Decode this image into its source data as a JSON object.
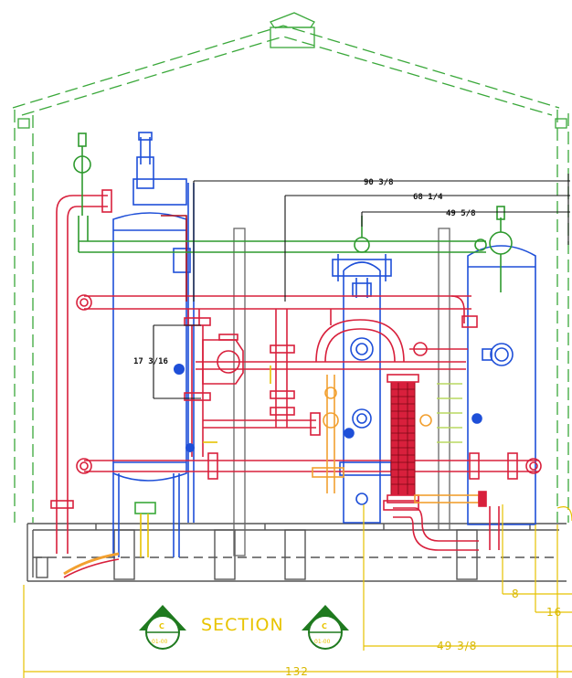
{
  "drawing": {
    "title": "SECTION",
    "section_symbol_letter": "C",
    "section_symbol_sheet": "01-00",
    "colors": {
      "building": "#3aa83a",
      "steam": "#1e4fd8",
      "water": "#d8203c",
      "gas": "#2e9a2e",
      "dimension_yellow": "#e6c200",
      "dimension_black": "#111111",
      "foundation": "#555555",
      "orange": "#f2a030"
    }
  },
  "dimensions": {
    "top1": "90 3/8",
    "top2": "68 1/4",
    "top3": "49 5/8",
    "vertical": "17 3/16",
    "bottom_small_a": "8",
    "bottom_small_b": "16",
    "bottom_mid": "49 3/8",
    "bottom_total": "132"
  }
}
